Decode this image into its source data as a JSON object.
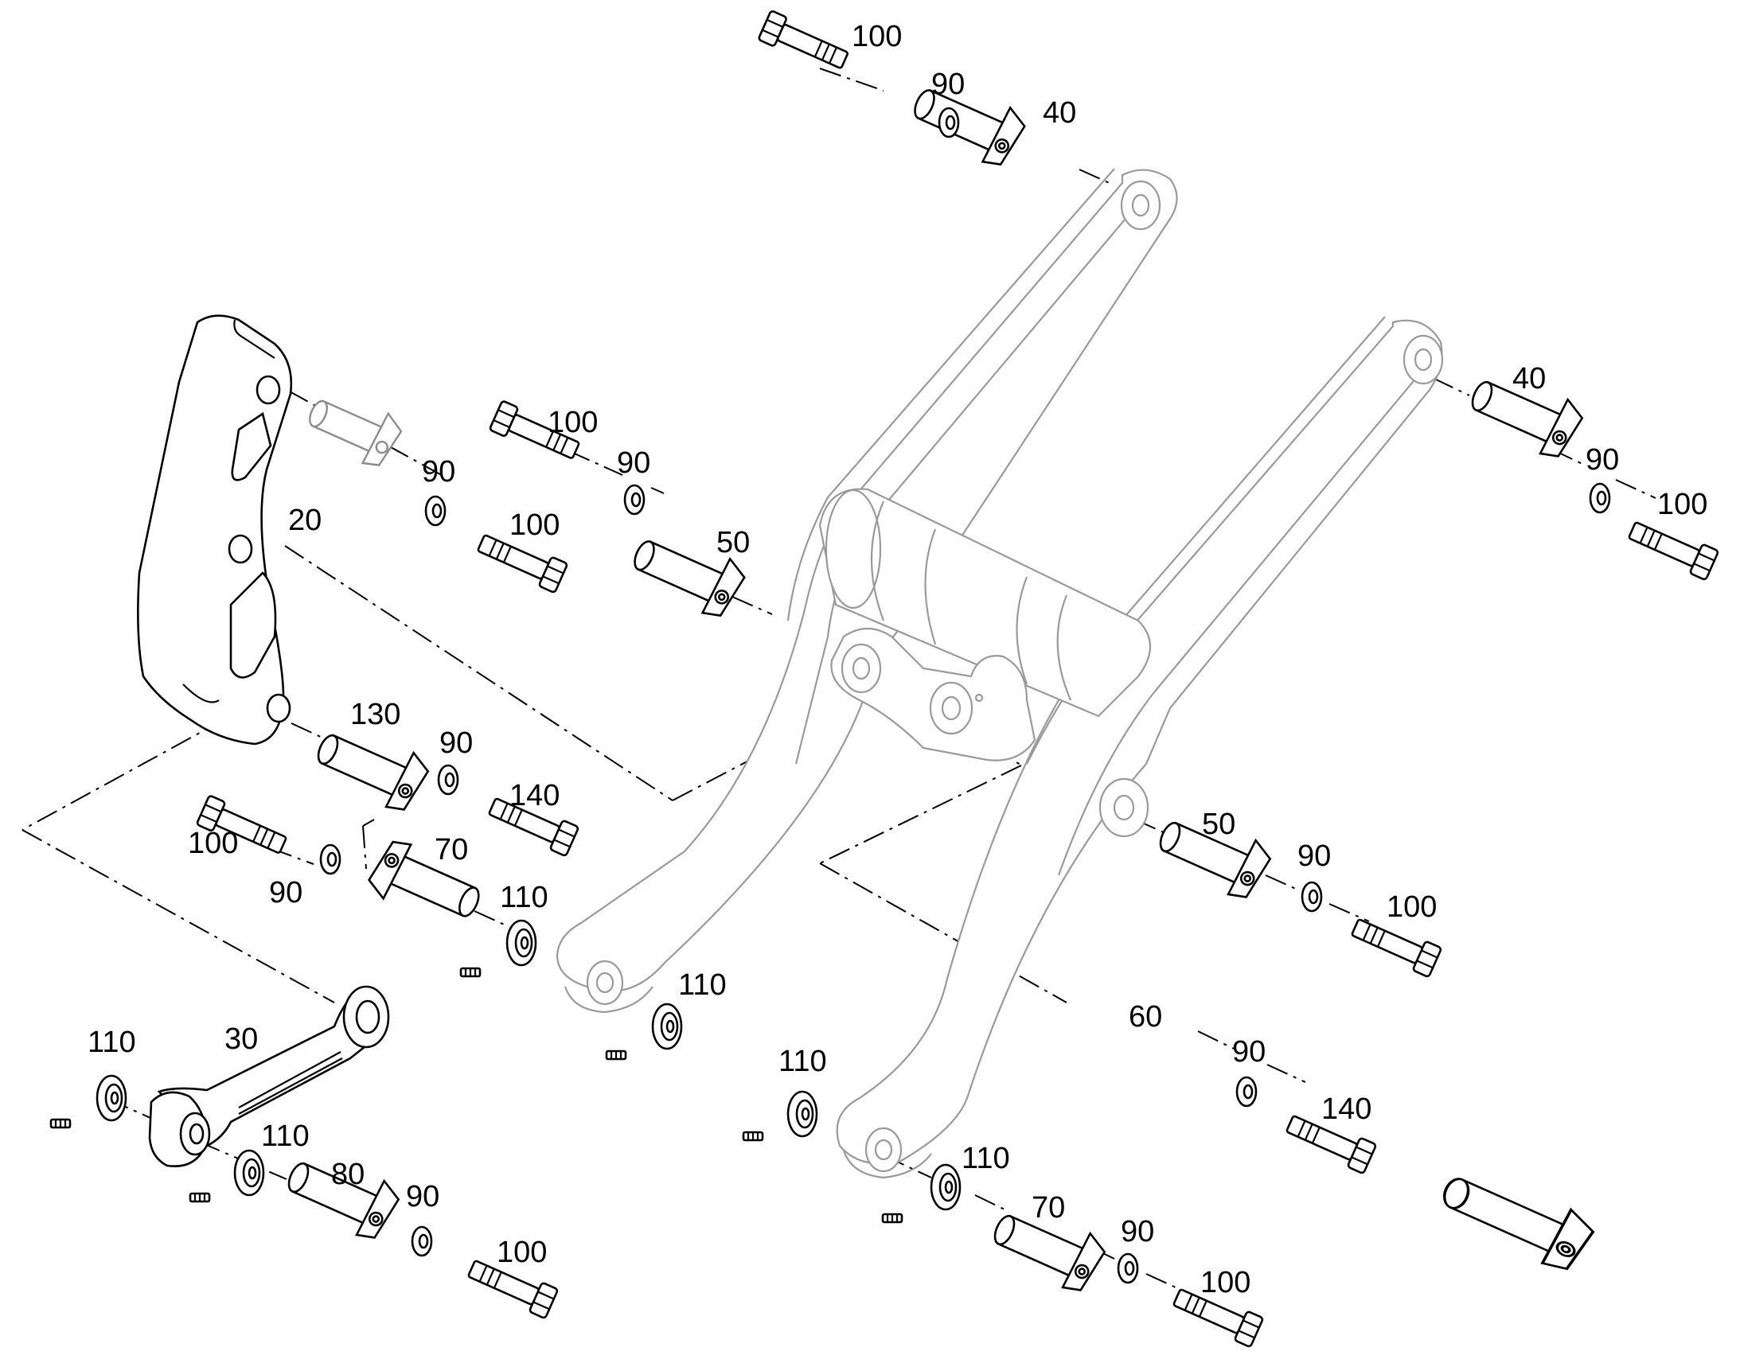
{
  "diagram": {
    "type": "exploded-parts-view",
    "callouts": {
      "c100_top": "100",
      "c90_top": "90",
      "c40_top": "40",
      "c100_mid": "100",
      "c90_mid": "90",
      "c50_mid": "50",
      "c90_left": "90",
      "c100_left": "100",
      "c20": "20",
      "c130": "130",
      "c90_130": "90",
      "c140_left": "140",
      "c100_l70": "100",
      "c90_l70": "90",
      "c70_left": "70",
      "c110_l70": "110",
      "c110_arm": "110",
      "c30": "30",
      "c110_bl": "110",
      "c110_bl2": "110",
      "c80": "80",
      "c90_80": "90",
      "c100_80": "100",
      "c40_right": "40",
      "c90_right": "90",
      "c100_right": "100",
      "c50_right": "50",
      "c90_r50": "90",
      "c100_r50": "100",
      "c60": "60",
      "c90_60": "90",
      "c140_right": "140",
      "c110_rb": "110",
      "c110_rb2": "110",
      "c70_right": "70",
      "c90_r70": "90",
      "c100_r70": "100"
    }
  }
}
